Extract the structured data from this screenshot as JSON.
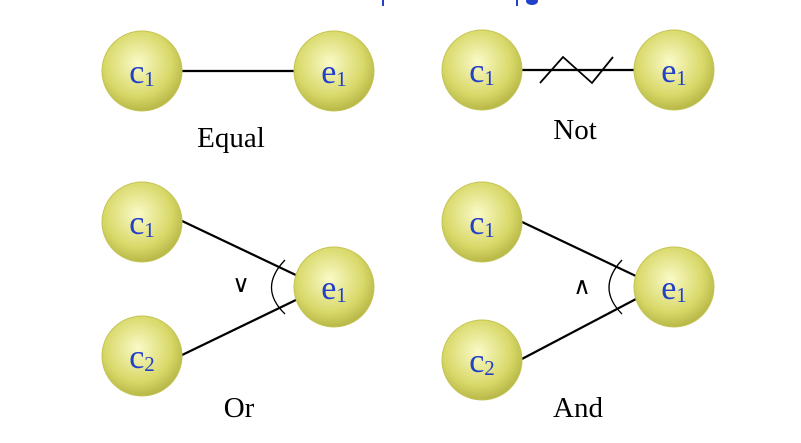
{
  "node_style": {
    "fill_center": "#fafac8",
    "fill_edge": "#d8d868",
    "fill_outer": "#b8b848",
    "stroke": "#c4c455",
    "label_color": "#2340c8",
    "line_color": "#000000",
    "sliver_color": "#2340c8"
  },
  "panels": {
    "equal": {
      "caption": "Equal",
      "cause": {
        "letter": "c",
        "sub": "1"
      },
      "effect": {
        "letter": "e",
        "sub": "1"
      }
    },
    "not": {
      "caption": "Not",
      "cause": {
        "letter": "c",
        "sub": "1"
      },
      "effect": {
        "letter": "e",
        "sub": "1"
      }
    },
    "or": {
      "caption": "Or",
      "operator_symbol": "∨",
      "cause_top": {
        "letter": "c",
        "sub": "1"
      },
      "cause_bottom": {
        "letter": "c",
        "sub": "2"
      },
      "effect": {
        "letter": "e",
        "sub": "1"
      }
    },
    "and": {
      "caption": "And",
      "operator_symbol": "∧",
      "cause_top": {
        "letter": "c",
        "sub": "1"
      },
      "cause_bottom": {
        "letter": "c",
        "sub": "2"
      },
      "effect": {
        "letter": "e",
        "sub": "1"
      }
    }
  }
}
